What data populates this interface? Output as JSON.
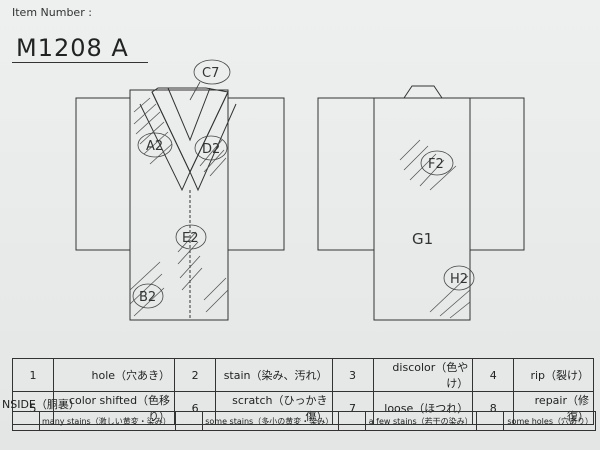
{
  "header": {
    "item_label": "Item Number :",
    "item_number": "M1208  A"
  },
  "marks": {
    "c7": "C7",
    "a2": "A2",
    "d2": "D2",
    "e2": "E2",
    "b2": "B2",
    "f2": "F2",
    "g1": "G1",
    "h2": "H2"
  },
  "legend": [
    {
      "n": "1",
      "label": "hole（穴あき）"
    },
    {
      "n": "2",
      "label": "stain（染み、汚れ）"
    },
    {
      "n": "3",
      "label": "discolor（色やけ）"
    },
    {
      "n": "4",
      "label": "rip（裂け）"
    },
    {
      "n": "5",
      "label": "color shifted（色移り）"
    },
    {
      "n": "6",
      "label": "scratch（ひっかき傷）"
    },
    {
      "n": "7",
      "label": "loose（ほつれ）"
    },
    {
      "n": "8",
      "label": "repair（修復）"
    }
  ],
  "inside_label": "NSIDE（胴裏）",
  "stain_levels": [
    "many stains（激しい黄変・染み）",
    "some stains（多小の黄変・染み）",
    "a few stains（若干の染み）",
    "some holes（穴あり）"
  ]
}
